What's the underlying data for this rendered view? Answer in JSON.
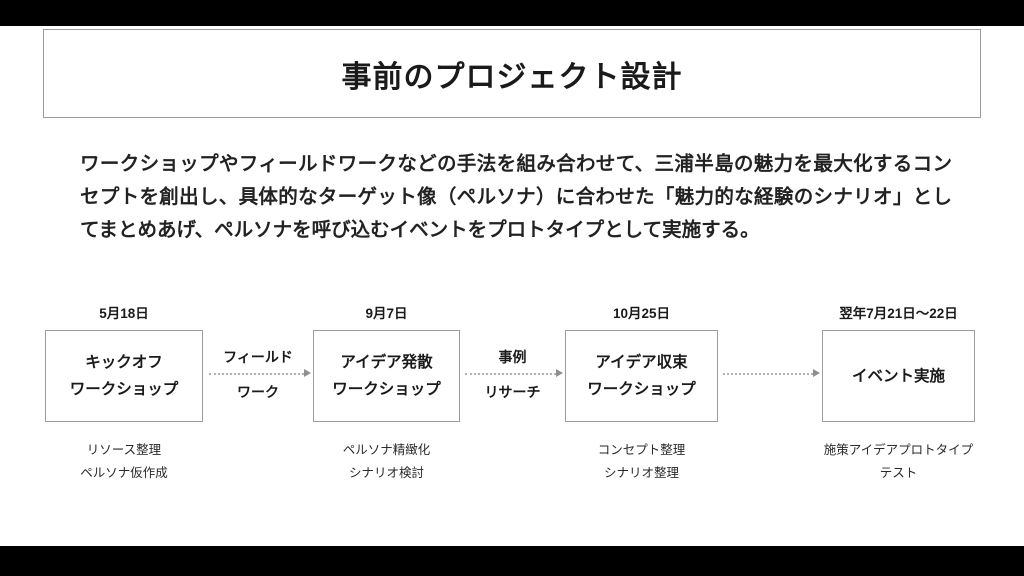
{
  "slide": {
    "title": "事前のプロジェクト設計",
    "intro": "ワークショップやフィールドワークなどの手法を組み合わせて、三浦半島の魅力を最大化するコンセプトを創出し、具体的なターゲット像（ペルソナ）に合わせた「魅力的な経験のシナリオ」としてまとめあげ、ペルソナを呼び込むイベントをプロトタイプとして実施する。"
  },
  "timeline": {
    "stages": [
      {
        "date": "5月18日",
        "box_line1": "キックオフ",
        "box_line2": "ワークショップ",
        "note_line1": "リソース整理",
        "note_line2": "ペルソナ仮作成"
      },
      {
        "date": "9月7日",
        "box_line1": "アイデア発散",
        "box_line2": "ワークショップ",
        "note_line1": "ペルソナ精緻化",
        "note_line2": "シナリオ検討"
      },
      {
        "date": "10月25日",
        "box_line1": "アイデア収束",
        "box_line2": "ワークショップ",
        "note_line1": "コンセプト整理",
        "note_line2": "シナリオ整理"
      },
      {
        "date": "翌年7月21日〜22日",
        "box_line1": "イベント実施",
        "box_line2": "",
        "note_line1": "施策アイデアプロトタイプ",
        "note_line2": "テスト"
      }
    ],
    "connectors": [
      {
        "top": "フィールド",
        "bottom": "ワーク"
      },
      {
        "top": "事例",
        "bottom": "リサーチ"
      },
      {
        "top": "",
        "bottom": ""
      }
    ]
  },
  "colors": {
    "letterbox": "#000000",
    "slide_background": "#ffffff",
    "box_border": "#9c9c9c",
    "text": "#1a1a1a",
    "arrow_dots": "#b2b2b2",
    "arrow_head": "#8f8f8f"
  }
}
